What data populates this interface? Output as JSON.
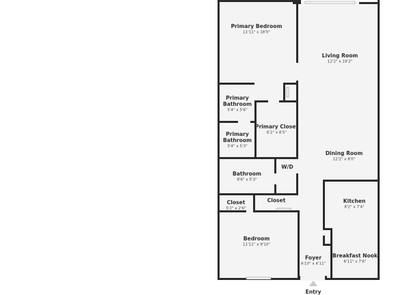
{
  "rooms": {
    "primary_bedroom": {
      "name": "Primary Bedroom",
      "dims": "11'11\" x 18'0\""
    },
    "living_room": {
      "name": "Living Room",
      "dims": "12'2\" x 19'2\""
    },
    "primary_bathroom_1": {
      "name_line1": "Primary",
      "name_line2": "Bathroom",
      "dims": "5'4\" x 5'6\""
    },
    "primary_closet": {
      "name": "Primary Closet",
      "dims": "6'2\" x 8'5\""
    },
    "primary_bathroom_2": {
      "name_line1": "Primary",
      "name_line2": "Bathroom",
      "dims": "5'4\" x 5'3\""
    },
    "dining_room": {
      "name": "Dining Room",
      "dims": "12'2\" x 8'0\""
    },
    "bathroom": {
      "name": "Bathroom",
      "dims": "8'6\" x 5'3\""
    },
    "wd": {
      "name": "W/D"
    },
    "kitchen": {
      "name": "Kitchen",
      "dims": "8'2\" x 7'4\""
    },
    "closet_small": {
      "name": "Closet",
      "dims": "5'2\" x 2'6\""
    },
    "closet_hall": {
      "name": "Closet"
    },
    "bedroom": {
      "name": "Bedroom",
      "dims": "11'11\" x 9'10\""
    },
    "foyer": {
      "name": "Foyer",
      "dims": "4'10\" x 4'11\""
    },
    "breakfast_nook": {
      "name": "Breakfast Nook",
      "dims": "6'11\" x 7'6\""
    }
  },
  "entry": {
    "label": "Entry"
  },
  "colors": {
    "wall": "#2b2b2b",
    "floor": "#f4f4f4",
    "background": "#ffffff"
  }
}
